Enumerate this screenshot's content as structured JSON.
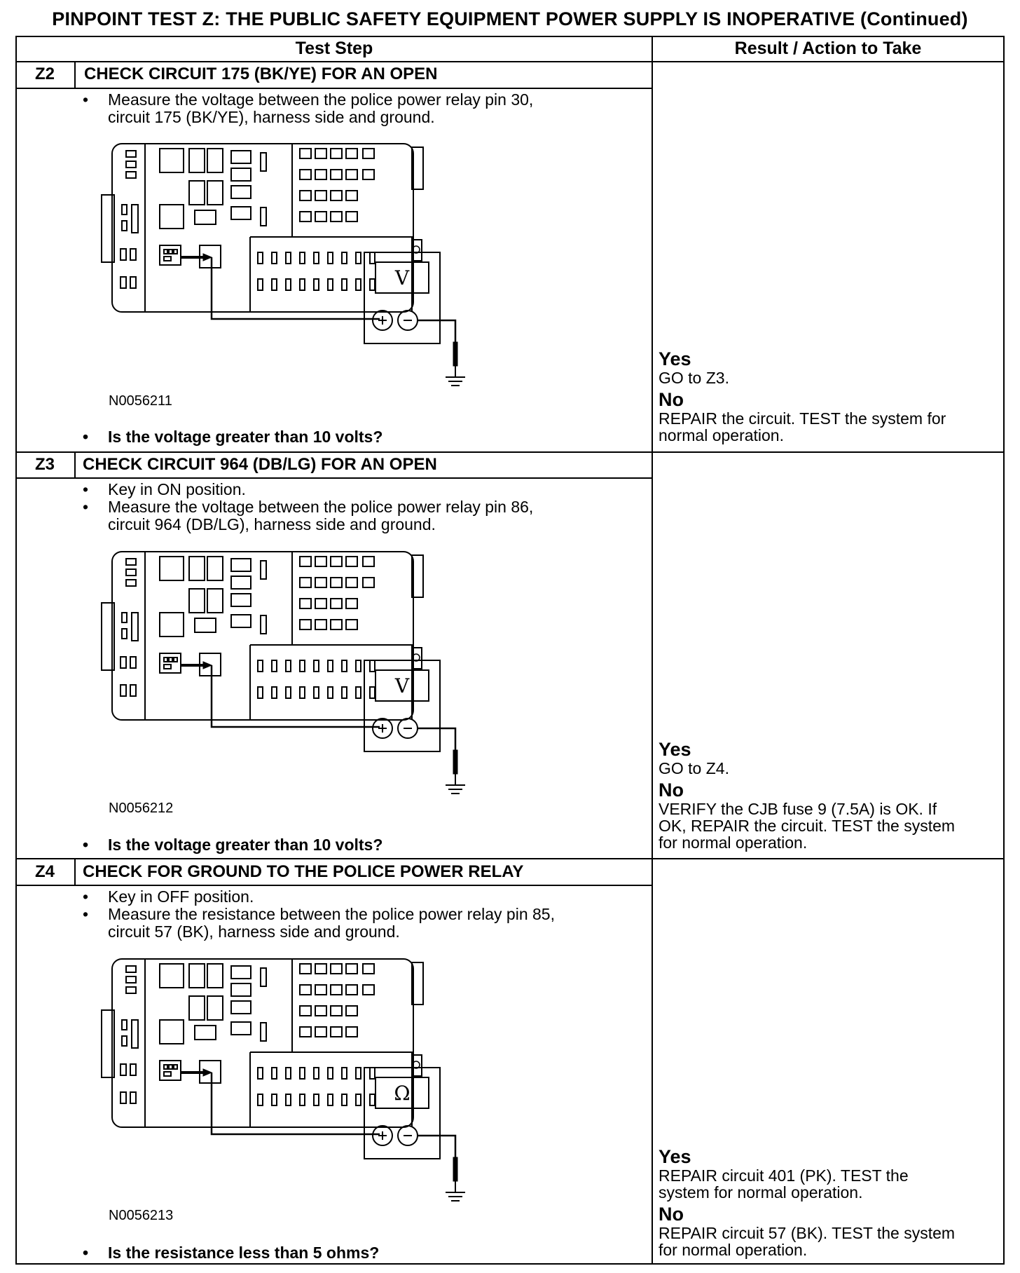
{
  "page_title": "PINPOINT TEST Z: THE PUBLIC SAFETY EQUIPMENT POWER SUPPLY IS INOPERATIVE (Continued)",
  "table_headers": {
    "test_step": "Test Step",
    "result": "Result / Action to Take"
  },
  "steps": [
    {
      "id": "Z2",
      "title": "CHECK CIRCUIT 175 (BK/YE) FOR AN OPEN",
      "instructions": [
        "Measure the voltage between the police power relay pin 30,\ncircuit 175 (BK/YE), harness side and ground."
      ],
      "figure_id": "N0056211",
      "meter_symbol": "V",
      "question": "Is the voltage greater than 10 volts?",
      "yes_label": "Yes",
      "yes_action": "GO to Z3.",
      "no_label": "No",
      "no_action": "REPAIR the circuit. TEST the system for\nnormal operation."
    },
    {
      "id": "Z3",
      "title": "CHECK CIRCUIT 964 (DB/LG) FOR AN OPEN",
      "instructions": [
        "Key in ON position.",
        "Measure the voltage between the police power relay pin 86,\ncircuit 964 (DB/LG), harness side and ground."
      ],
      "figure_id": "N0056212",
      "meter_symbol": "V",
      "question": "Is the voltage greater than 10 volts?",
      "yes_label": "Yes",
      "yes_action": "GO to Z4.",
      "no_label": "No",
      "no_action": "VERIFY the CJB fuse 9 (7.5A) is OK. If\nOK, REPAIR the circuit. TEST the system\nfor normal operation."
    },
    {
      "id": "Z4",
      "title": "CHECK FOR GROUND TO THE POLICE POWER RELAY",
      "instructions": [
        "Key in OFF position.",
        "Measure the resistance between the police power relay pin 85,\ncircuit 57 (BK), harness side and ground."
      ],
      "figure_id": "N0056213",
      "meter_symbol": "Ω",
      "question": "Is the resistance less than 5 ohms?",
      "yes_label": "Yes",
      "yes_action": "REPAIR circuit 401 (PK). TEST the\nsystem for normal operation.",
      "no_label": "No",
      "no_action": "REPAIR circuit 57 (BK). TEST the system\nfor normal operation."
    }
  ],
  "bullet_glyph": "•"
}
